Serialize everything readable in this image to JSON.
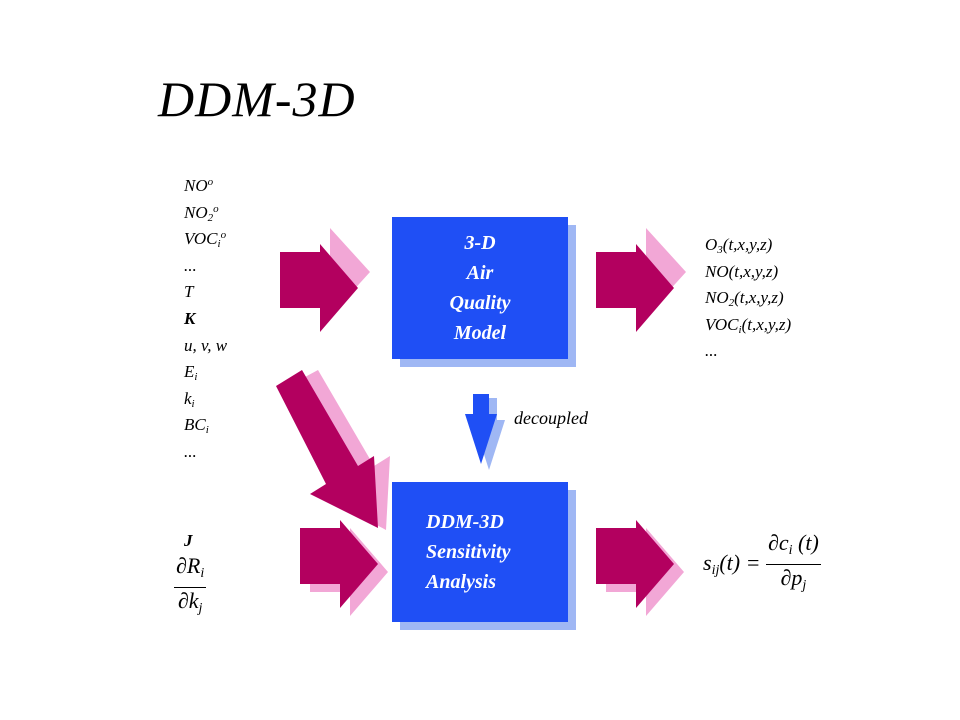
{
  "title": "DDM-3D",
  "inputs_top": [
    "NO",
    "NO",
    "VOC",
    "...",
    "T",
    "K",
    "u, v, w",
    "E",
    "k",
    "BC",
    "..."
  ],
  "inputs_top_sub": {
    "no2": "2",
    "voc": "i",
    "e": "i",
    "k": "i",
    "bc": "i"
  },
  "inputs_top_sup": "o",
  "inputs_bottom": {
    "j": "J",
    "num": "∂R",
    "num_sub": "i",
    "den": "∂k",
    "den_sub": "j"
  },
  "model_box": {
    "lines": [
      "3-D",
      "Air",
      "Quality",
      "Model"
    ]
  },
  "sensitivity_box": {
    "lines": [
      "DDM-3D",
      "Sensitivity",
      "Analysis"
    ]
  },
  "decoupled_label": "decoupled",
  "outputs": {
    "o3": "O",
    "o3_sub": "3",
    "o3_rest": "(t,x,y,z)",
    "no": "NO(t,x,y,z)",
    "no2": "NO",
    "no2_sub": "2",
    "no2_rest": "(t,x,y,z)",
    "voc": "VOC",
    "voc_sub": "i",
    "voc_rest": "(t,x,y,z)",
    "etc": "..."
  },
  "formula": {
    "lhs": "s",
    "lhs_sub": "ij",
    "lhs_arg": "(t) =",
    "num": "∂c",
    "num_sub": "i",
    "num_arg": "(t)",
    "den": "∂p",
    "den_sub": "j"
  },
  "colors": {
    "box": "#1f4ff5",
    "box_shadow": "#9fb7f4",
    "arrow": "#b3005f",
    "arrow_shadow": "#f2a7d6",
    "down_arrow": "#1f4ff5"
  }
}
